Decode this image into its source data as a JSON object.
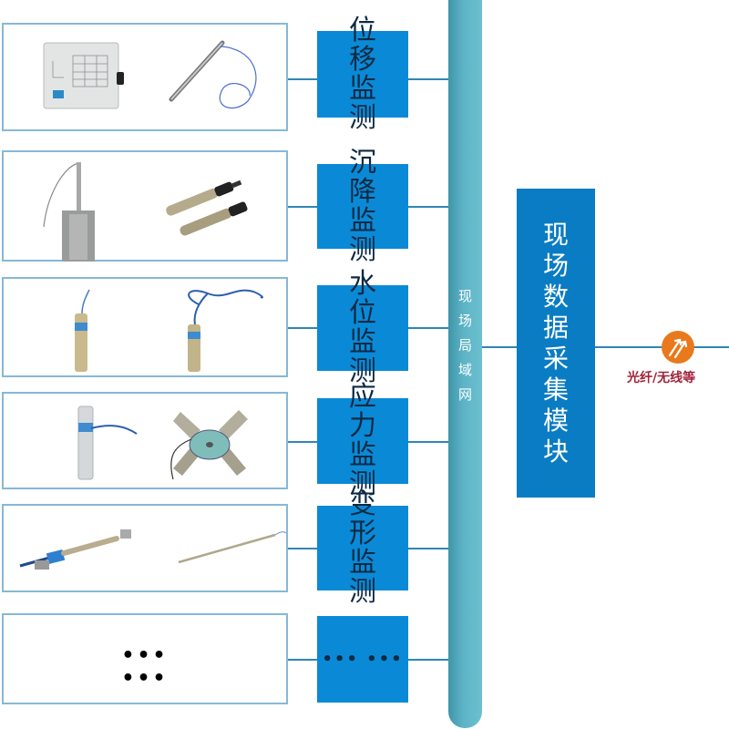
{
  "diagram": {
    "colors": {
      "panel_border": "#86b8d6",
      "label_box": "#0a8ad6",
      "label_text": "#0d2a44",
      "connector": "#2f86b5",
      "bus": "#5db4c6",
      "daq_module": "#0a7cc3",
      "link_icon": "#e8791c",
      "link_label": "#a1243a"
    },
    "rows": [
      {
        "label": "位移监测",
        "devices": [
          "displacement-readout-box",
          "displacement-sensor-with-cable"
        ]
      },
      {
        "label": "沉降监测",
        "devices": [
          "settlement-gauge",
          "settlement-sensor-pair"
        ]
      },
      {
        "label": "水位监测",
        "devices": [
          "water-level-probe",
          "water-level-probe-with-coiled-cable"
        ]
      },
      {
        "label": "应力监测",
        "devices": [
          "stress-sensor-cylinder",
          "earth-pressure-cell"
        ]
      },
      {
        "label": "变形监测",
        "devices": [
          "strain-gauge-with-mount",
          "strain-gauge-rod"
        ]
      },
      {
        "label": "… …",
        "panel_text": "••• •••",
        "label_text": "••• •••"
      }
    ],
    "bus": {
      "label": "现场局域网"
    },
    "daq_module": {
      "label": "现场数据采集模块"
    },
    "uplink": {
      "icon": "double-arrow-up-icon",
      "label": "光纤/无线等"
    }
  }
}
